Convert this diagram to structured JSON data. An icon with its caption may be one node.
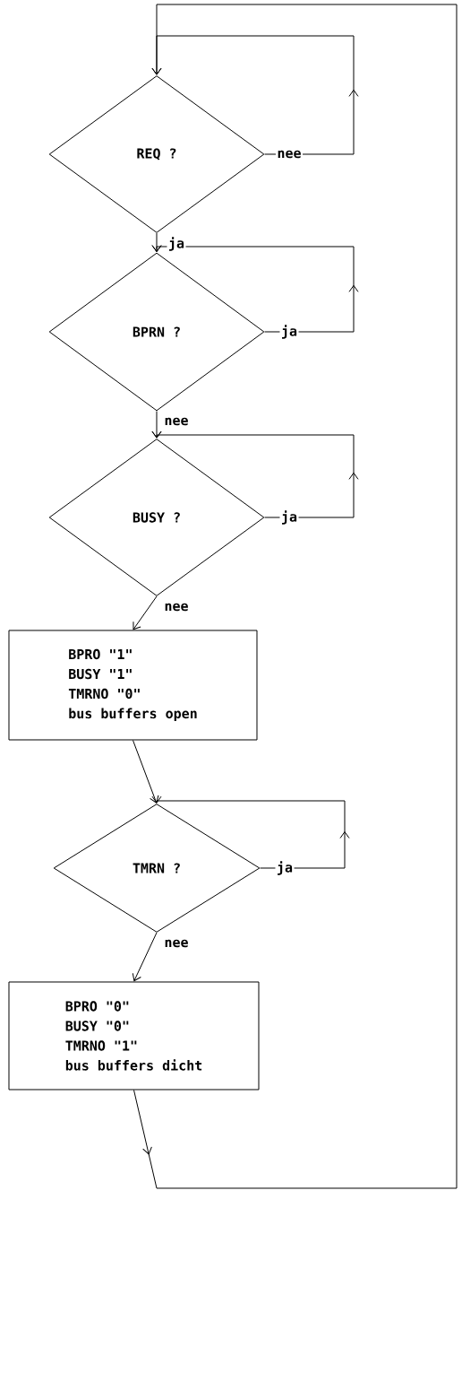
{
  "diagram": {
    "nodes": [
      {
        "text": [
          "REQ ?"
        ]
      },
      {
        "text": [
          "BPRN ?"
        ]
      },
      {
        "text": [
          "BUSY ?"
        ]
      },
      {
        "text": [
          "BPRO \"1\"",
          "BUSY \"1\"",
          "TMRNO \"0\"",
          "bus buffers open"
        ]
      },
      {
        "text": [
          "TMRN ?"
        ]
      },
      {
        "text": [
          "BPRO \"0\"",
          "BUSY \"0\"",
          "TMRNO \"1\"",
          "bus buffers dicht"
        ]
      }
    ],
    "edges": [
      {
        "from": 0,
        "to": 0,
        "arrow": "to",
        "label": "nee"
      },
      {
        "from": 0,
        "to": 1,
        "arrow": "to",
        "label": "ja"
      },
      {
        "from": 1,
        "to": 1,
        "arrow": "to",
        "label": "ja"
      },
      {
        "from": 1,
        "to": 2,
        "arrow": "to",
        "label": "nee"
      },
      {
        "from": 2,
        "to": 2,
        "arrow": "to",
        "label": "ja"
      },
      {
        "from": 2,
        "to": 3,
        "arrow": "to",
        "label": "nee"
      },
      {
        "from": 3,
        "to": 4,
        "arrow": "to"
      },
      {
        "from": 4,
        "to": 4,
        "arrow": "to",
        "label": "ja"
      },
      {
        "from": 4,
        "to": 5,
        "arrow": "to",
        "label": "nee"
      },
      {
        "from": 5,
        "to": 0,
        "arrow": "to"
      }
    ]
  }
}
